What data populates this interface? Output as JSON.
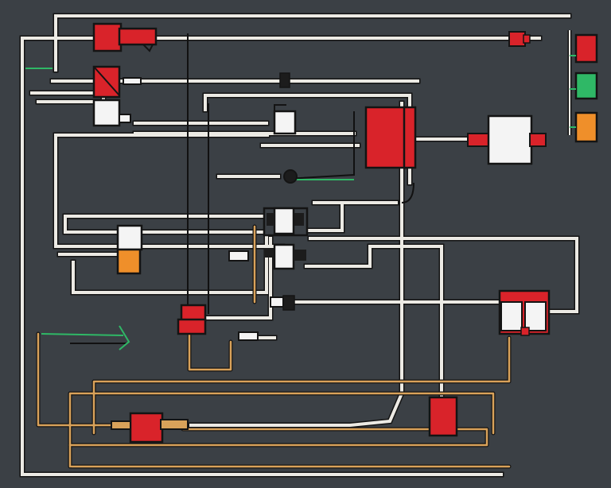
{
  "colors": {
    "background": "#3b4045",
    "wire": "#eceae4",
    "wire_outline": "#141414",
    "wire_tan": "#d9a25a",
    "accent_red": "#d9232a",
    "accent_green": "#2fb866",
    "accent_orange": "#ef8f2a",
    "box_white": "#f4f4f4",
    "dark_part": "#1c1c1c"
  },
  "diagram": {
    "kind": "wiring schematic illustration",
    "text_labels": []
  },
  "legend_panel": {
    "swatches": [
      {
        "name": "red",
        "color": "#d9232a"
      },
      {
        "name": "green",
        "color": "#2fb866"
      },
      {
        "name": "orange",
        "color": "#ef8f2a"
      }
    ]
  }
}
